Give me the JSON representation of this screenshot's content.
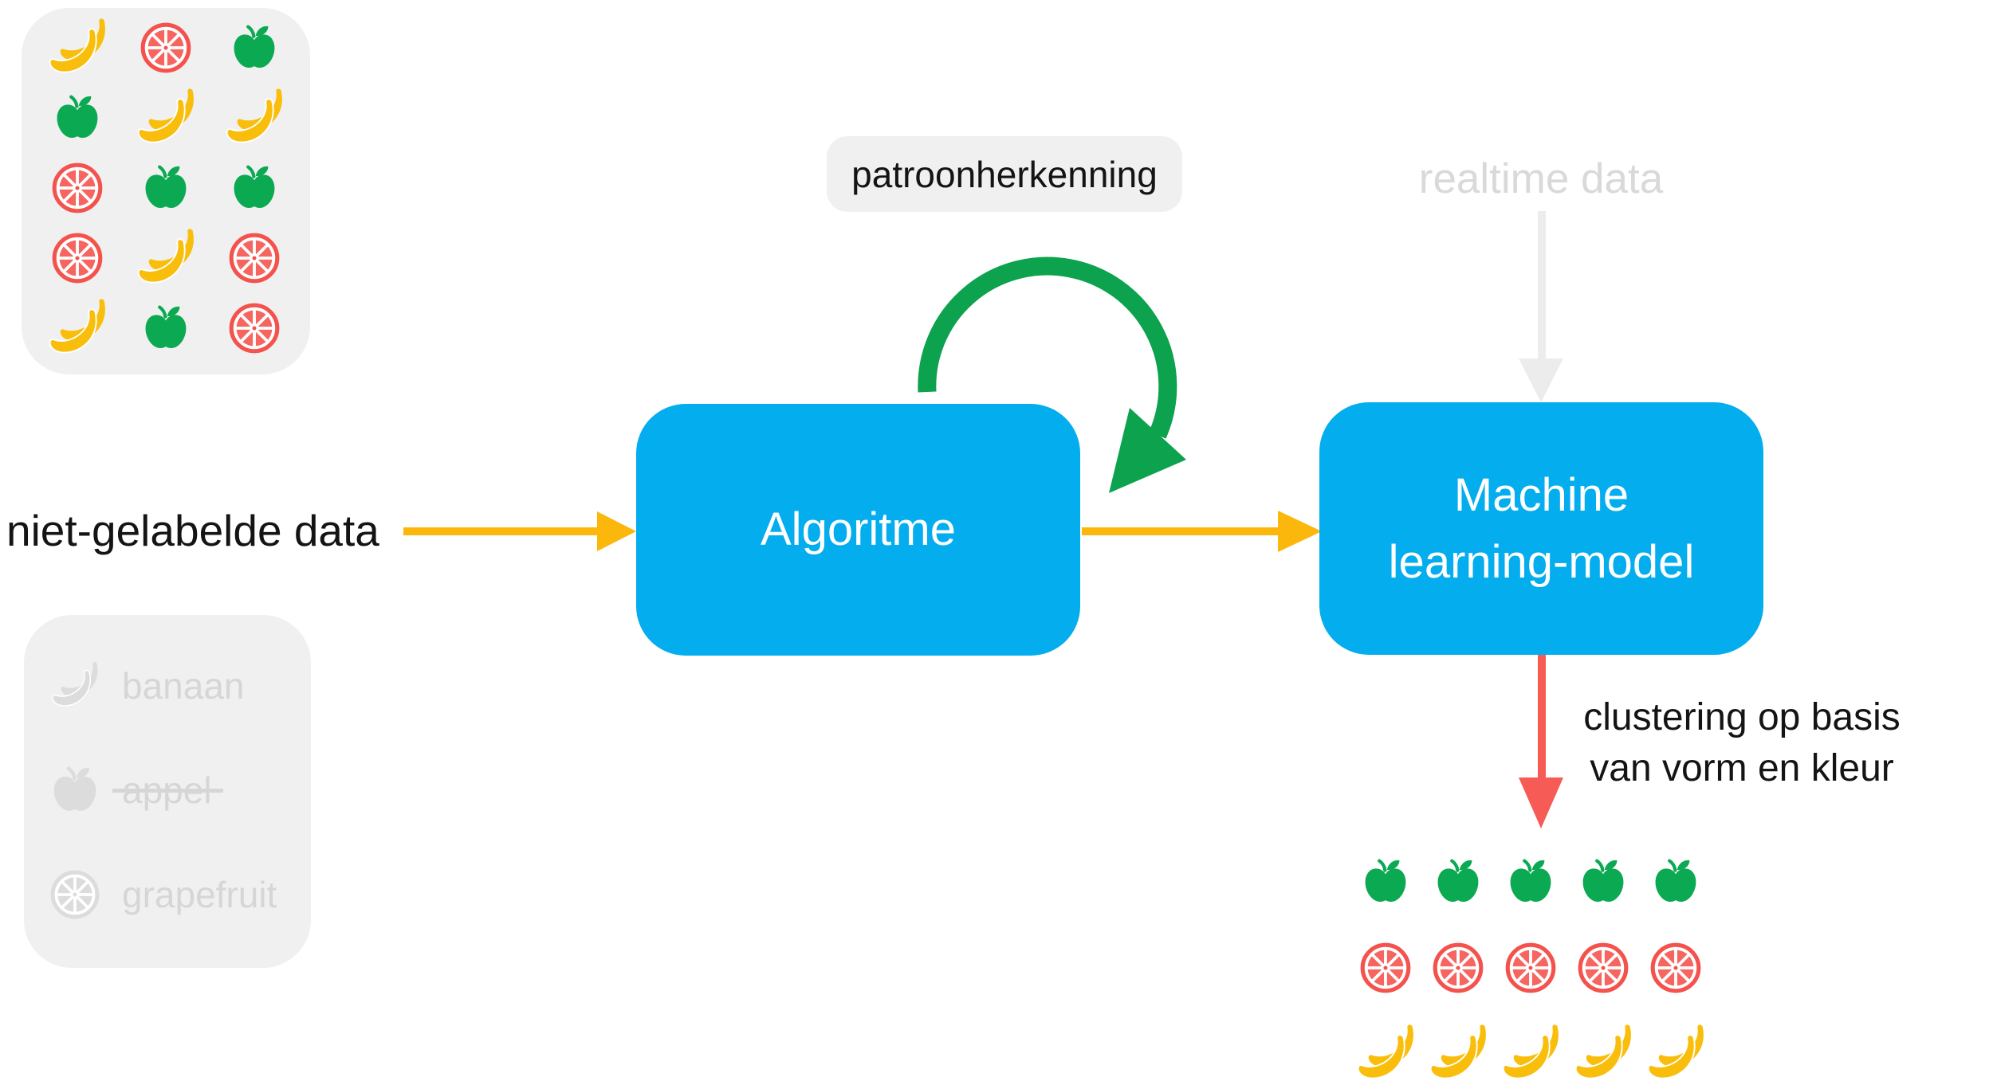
{
  "colors": {
    "banana": "#F9BE0B",
    "apple": "#0BA952",
    "grapefruit": "#F4524D",
    "grapefruit_flesh": "#F6655F",
    "node_blue": "#04ADEE",
    "arrow_yellow": "#FCB70D",
    "arrow_red": "#F75B55",
    "arrow_green": "#0CA24E",
    "arrow_gray": "#ECECEC",
    "muted": "#DCDCDC",
    "muted_text": "#D6D6D6",
    "box_gray": "#F0F0F0",
    "text": "#141414"
  },
  "unlabeled": {
    "label": "niet-gelabelde data",
    "grid": [
      [
        "banana",
        "grapefruit",
        "apple"
      ],
      [
        "apple",
        "banana",
        "banana"
      ],
      [
        "grapefruit",
        "apple",
        "apple"
      ],
      [
        "grapefruit",
        "banana",
        "grapefruit"
      ],
      [
        "banana",
        "apple",
        "grapefruit"
      ]
    ]
  },
  "legend": {
    "items": [
      {
        "fruit": "banana",
        "label": "banaan",
        "struck": false
      },
      {
        "fruit": "apple",
        "label": "appel",
        "struck": true
      },
      {
        "fruit": "grapefruit",
        "label": "grapefruit",
        "struck": false
      }
    ]
  },
  "loop_label": "patroonherkenning",
  "realtime_label": "realtime data",
  "nodes": {
    "algorithm": {
      "label": "Algoritme"
    },
    "model": {
      "lines": [
        "Machine",
        "learning-model"
      ]
    }
  },
  "clustering_caption": {
    "lines": [
      "clustering op basis",
      "van vorm en kleur"
    ]
  },
  "clusters": {
    "rows": [
      {
        "fruit": "apple",
        "count": 5
      },
      {
        "fruit": "grapefruit",
        "count": 5
      },
      {
        "fruit": "banana",
        "count": 5
      }
    ]
  }
}
